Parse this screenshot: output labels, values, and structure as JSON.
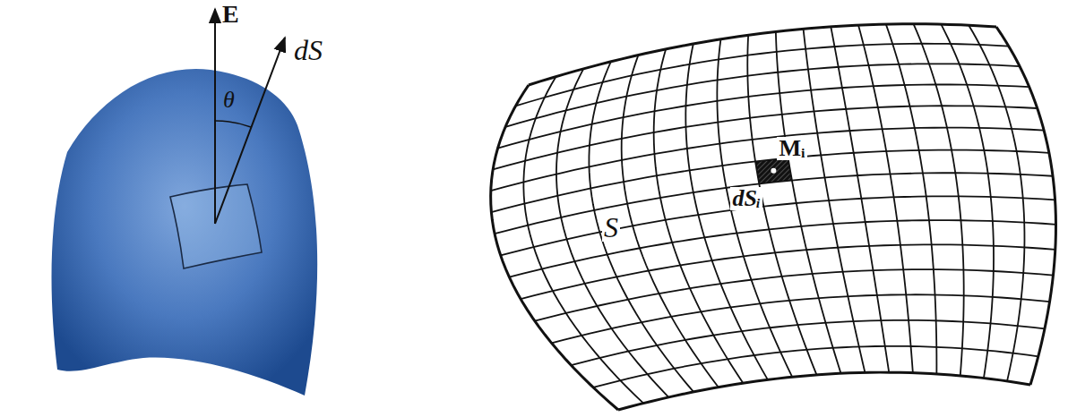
{
  "diagram": {
    "labels": [
      "E",
      "θ",
      "dS",
      "S",
      "Mᵢ",
      "dSᵢ"
    ]
  }
}
